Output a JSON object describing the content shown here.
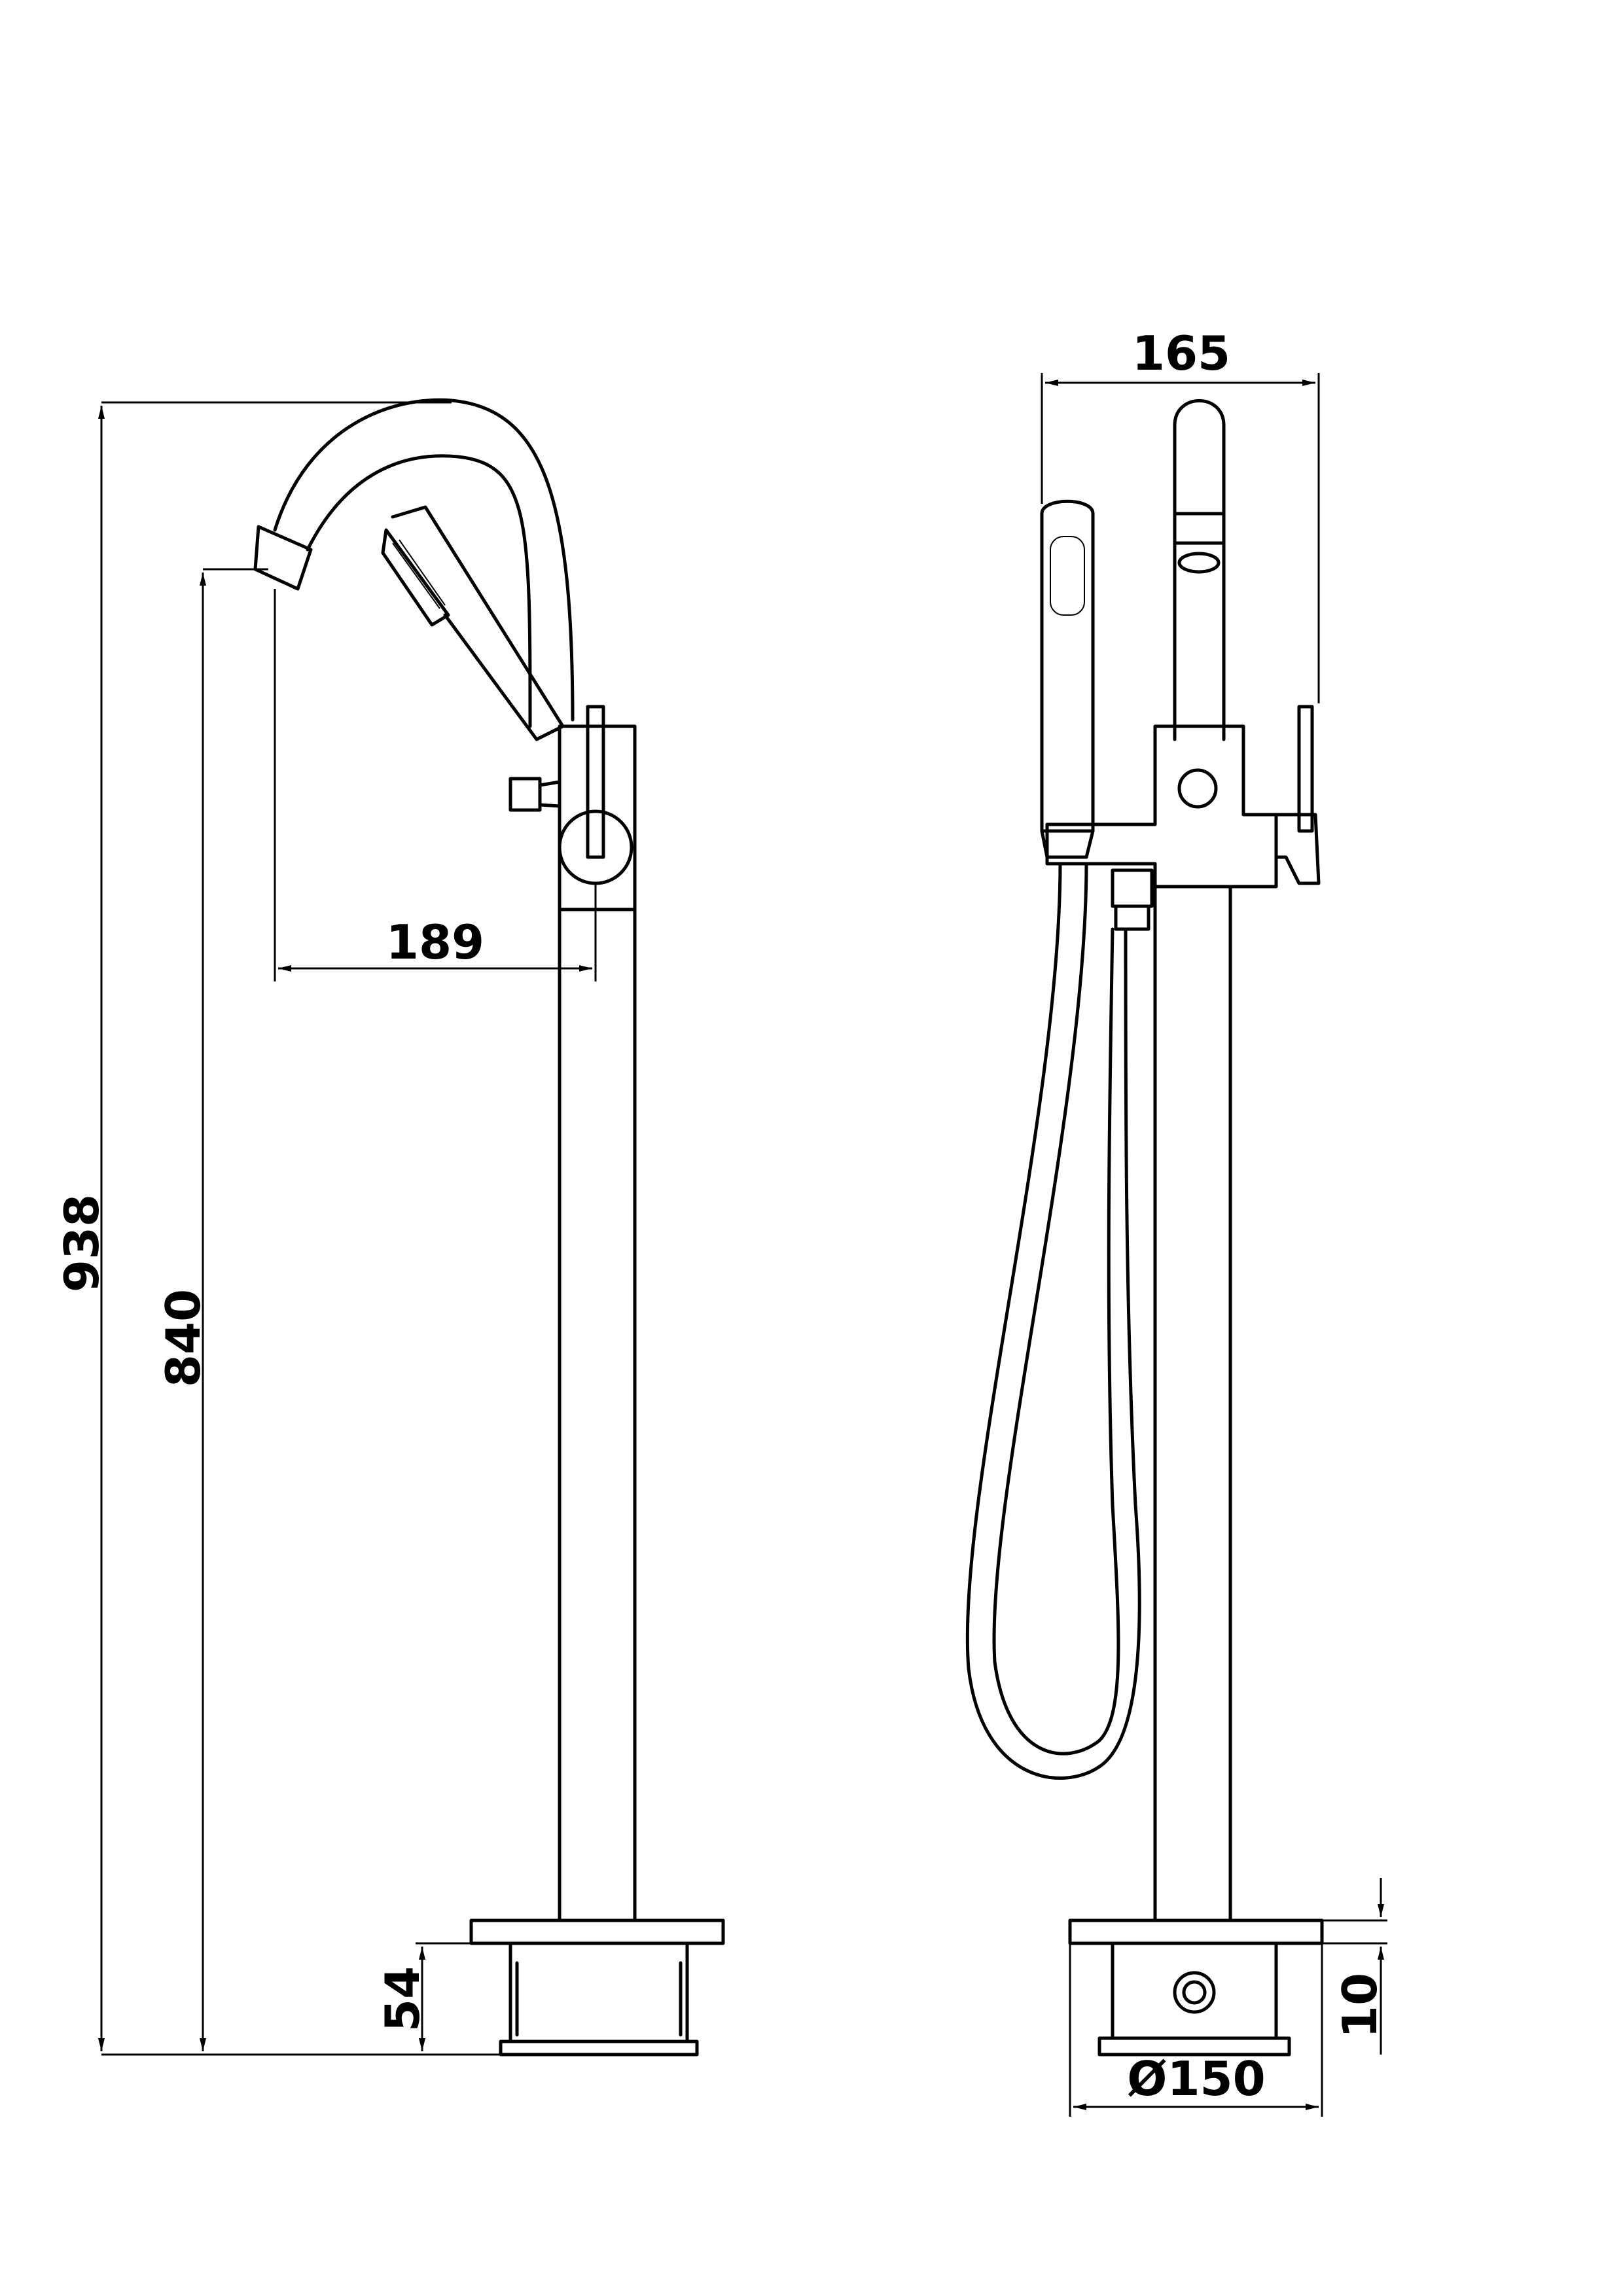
{
  "dimensions": {
    "overall_height": "938",
    "spout_height": "840",
    "spout_reach": "189",
    "base_height": "54",
    "width": "165",
    "floor_plate_thickness": "10",
    "base_diameter": "Ø150"
  },
  "colors": {
    "line": "#000000",
    "background": "#ffffff"
  }
}
